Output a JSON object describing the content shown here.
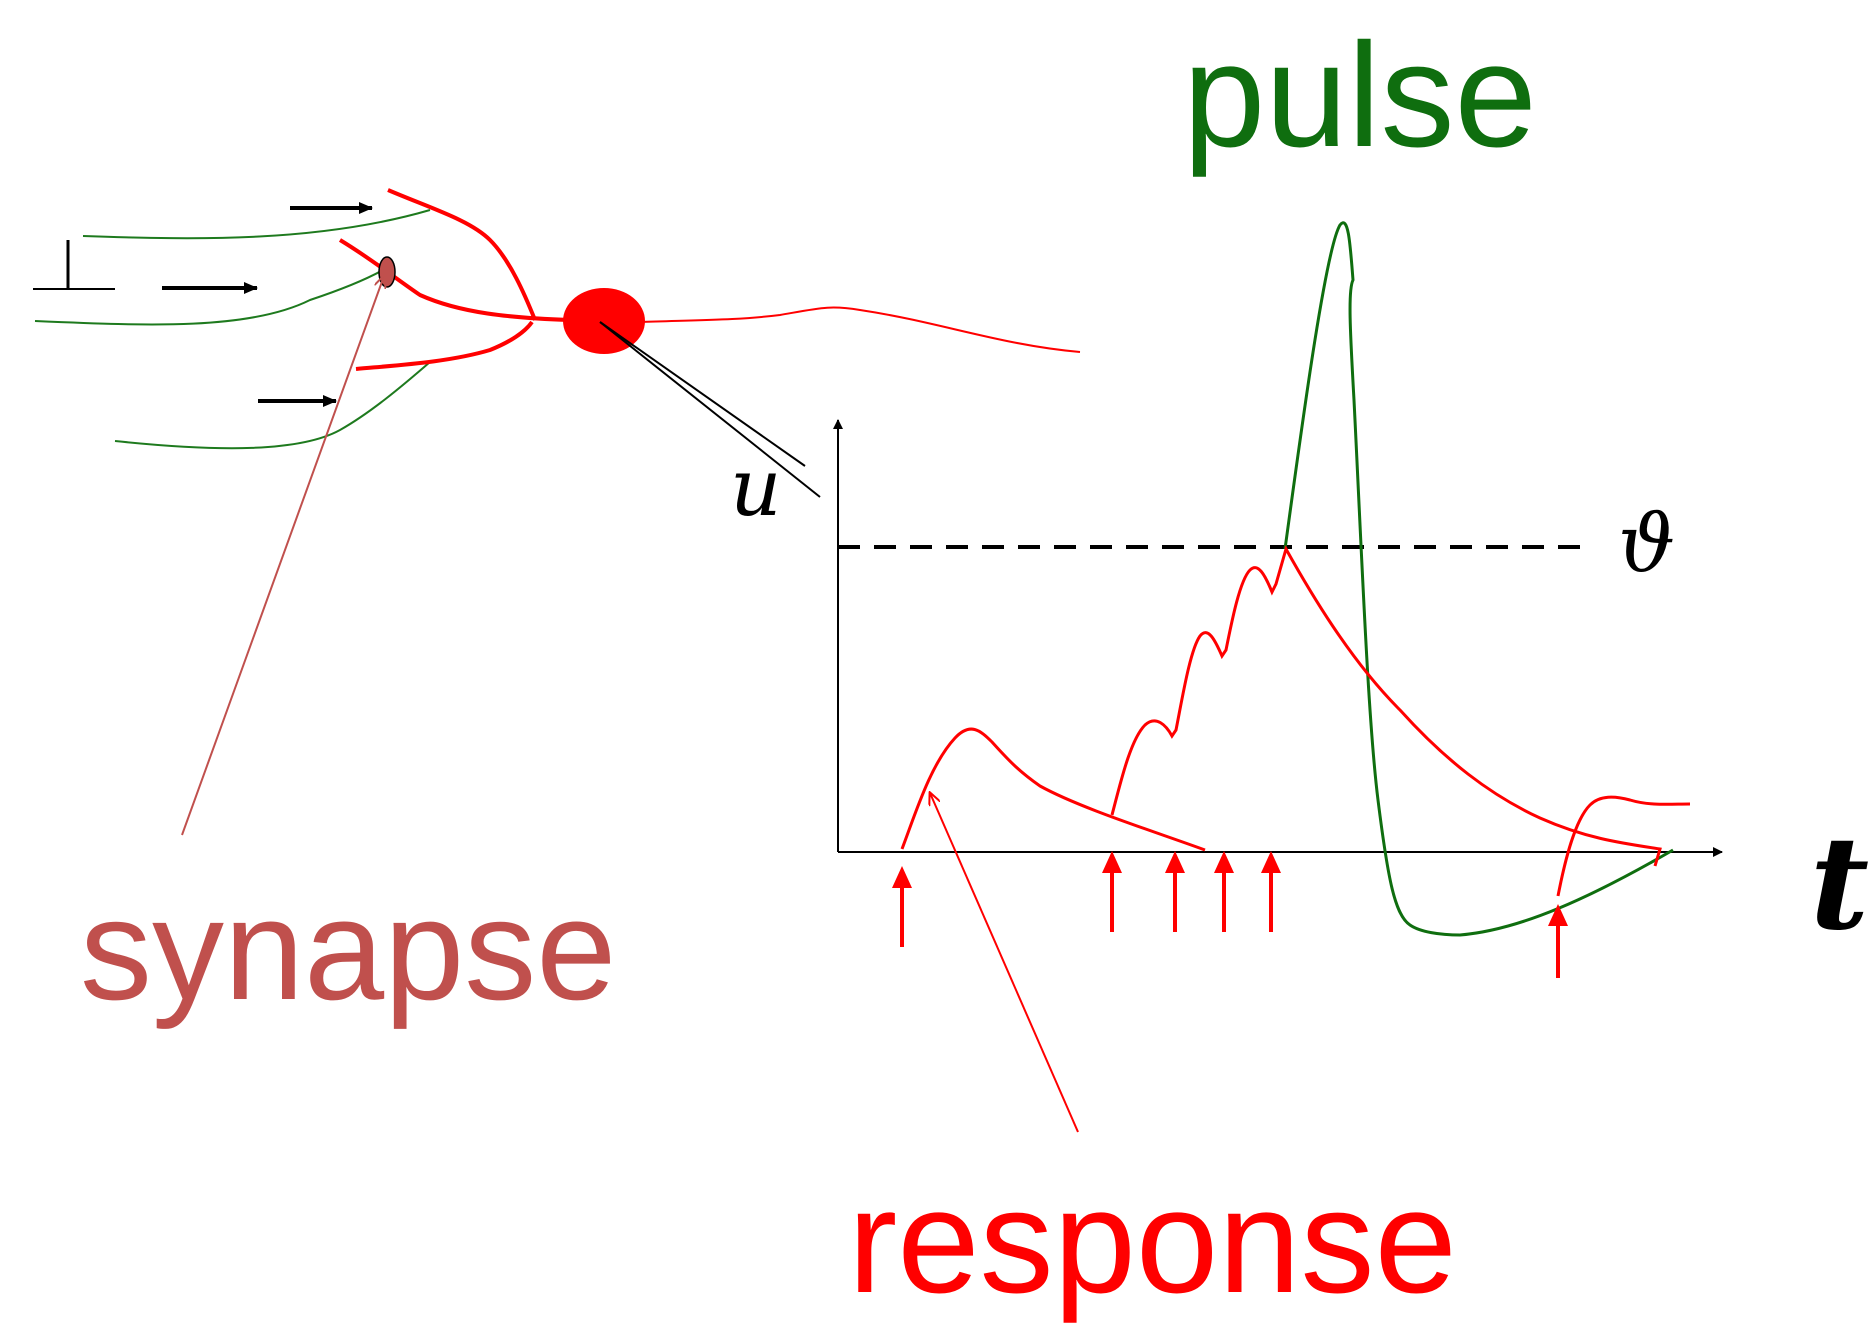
{
  "labels": {
    "pulse": "pulse",
    "synapse": "synapse",
    "response": "response",
    "u_symbol": "u",
    "t_symbol": "t",
    "threshold_symbol": "ϑ"
  },
  "colors": {
    "pulse": "#0f6e0f",
    "synapse": "#c0504d",
    "response": "#ff0000",
    "axon": "#ff0000",
    "dendrite": "#1e7a1e",
    "axis": "#000000",
    "soma": "#ff0000"
  }
}
